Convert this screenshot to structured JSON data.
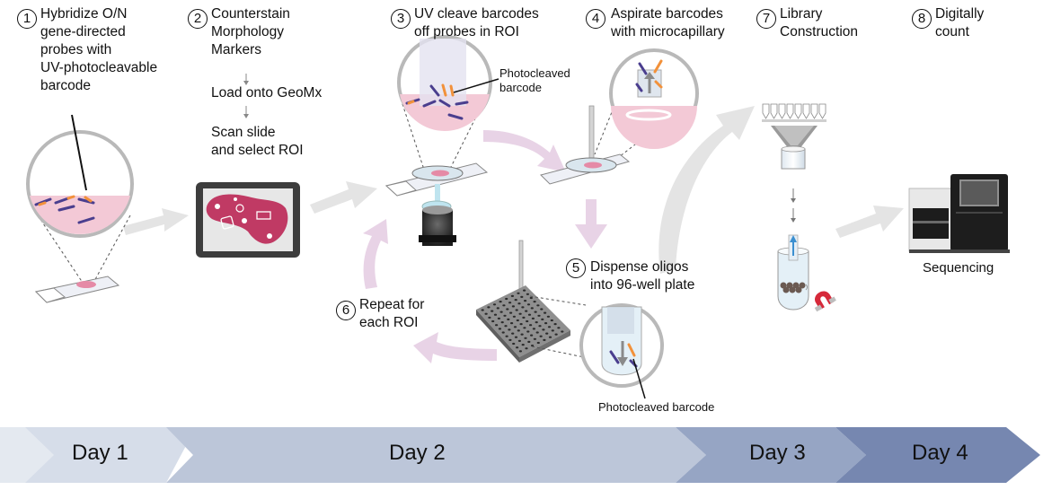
{
  "steps": [
    {
      "num": "1",
      "text": "Hybridize O/N\ngene-directed\nprobes with\nUV-photocleavable\nbarcode"
    },
    {
      "num": "2",
      "text": "Counterstain\nMorphology\nMarkers"
    },
    {
      "num": "3",
      "text": "UV cleave barcodes\noff probes in ROI"
    },
    {
      "num": "4",
      "text": "Aspirate barcodes\nwith microcapillary"
    },
    {
      "num": "5",
      "text": "Dispense oligos\ninto 96-well plate"
    },
    {
      "num": "6",
      "text": "Repeat for\neach ROI"
    },
    {
      "num": "7",
      "text": "Library\nConstruction"
    },
    {
      "num": "8",
      "text": "Digitally\ncount"
    }
  ],
  "step2_sub": {
    "load": "Load onto GeoMx",
    "scan": "Scan slide\nand select ROI"
  },
  "callouts": {
    "photocleaved_top": "Photocleaved\nbarcode",
    "photocleaved_bottom": "Photocleaved barcode",
    "sequencing": "Sequencing"
  },
  "days": [
    "Day 1",
    "Day 2",
    "Day 3",
    "Day 4"
  ],
  "colors": {
    "tissue": "#f3c9d6",
    "tissue_dark": "#c03a64",
    "probe_blue": "#4a3e8e",
    "probe_orange": "#f2913a",
    "flow_arrow": "#e2e2e2",
    "loop_arrow": "#e6cfe2",
    "day1": "#d6dde9",
    "day2": "#bcc6d9",
    "day3": "#96a5c4",
    "day4": "#7687b0"
  }
}
